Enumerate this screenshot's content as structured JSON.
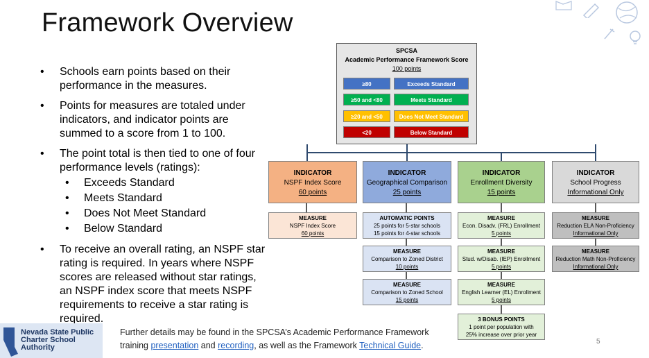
{
  "title": "Framework Overview",
  "bullets": {
    "b1": "Schools earn points based on their performance in the measures.",
    "b2": "Points for measures are totaled under indicators, and indicator points are summed to a score from 1 to 100.",
    "b3": "The point total is then tied to one of four performance levels (ratings):",
    "ratings": [
      "Exceeds Standard",
      "Meets Standard",
      "Does Not Meet Standard",
      "Below Standard"
    ],
    "b4": "To receive an overall rating, an NSPF star rating is required. In years where NSPF scores are released without star ratings, an NSPF index score that meets NSPF requirements to receive a star rating is required."
  },
  "score": {
    "org": "SPCSA",
    "name": "Academic Performance Framework Score",
    "points": "100 points",
    "levels": [
      {
        "range": "≥80",
        "label": "Exceeds Standard",
        "color": "#4472c4"
      },
      {
        "range": "≥50 and <80",
        "label": "Meets Standard",
        "color": "#00b050"
      },
      {
        "range": "≥20 and <50",
        "label": "Does Not Meet Standard",
        "color": "#ffc000"
      },
      {
        "range": "<20",
        "label": "Below Standard",
        "color": "#c00000"
      }
    ]
  },
  "indicators": [
    {
      "head": "INDICATOR",
      "name": "NSPF Index Score",
      "points": "60 points",
      "color": "#f4b183"
    },
    {
      "head": "INDICATOR",
      "name": "Geographical Comparison",
      "points": "25 points",
      "color": "#8faadc"
    },
    {
      "head": "INDICATOR",
      "name": "Enrollment Diversity",
      "points": "15 points",
      "color": "#a9d18e"
    },
    {
      "head": "INDICATOR",
      "name": "School Progress",
      "points": "Informational Only",
      "color": "#d9d9d9"
    }
  ],
  "measures": {
    "nspf": [
      {
        "head": "MEASURE",
        "name": "NSPF Index Score",
        "points": "60 points"
      }
    ],
    "geo_auto": {
      "head": "AUTOMATIC POINTS",
      "line1": "25 points for 5-star schools",
      "line2": "15 points for 4-star schools"
    },
    "geo": [
      {
        "head": "MEASURE",
        "name": "Comparison to Zoned District",
        "points": "10 points"
      },
      {
        "head": "MEASURE",
        "name": "Comparison to Zoned School",
        "points": "15 points"
      }
    ],
    "enroll": [
      {
        "head": "MEASURE",
        "name": "Econ. Disadv. (FRL) Enrollment",
        "points": "5 points"
      },
      {
        "head": "MEASURE",
        "name": "Stud. w/Disab. (IEP) Enrollment",
        "points": "5 points"
      },
      {
        "head": "MEASURE",
        "name": "English Learner (EL) Enrollment",
        "points": "5 points"
      }
    ],
    "bonus": {
      "head": "3 BONUS POINTS",
      "line1": "1 point per population with",
      "line2": "25% increase over prior year"
    },
    "progress": [
      {
        "head": "MEASURE",
        "name": "Reduction ELA Non-Proficiency",
        "points": "Informational Only"
      },
      {
        "head": "MEASURE",
        "name": "Reduction Math Non-Proficiency",
        "points": "Informational Only"
      }
    ]
  },
  "colors": {
    "measure_orange": "#fbe5d6",
    "measure_blue": "#dae3f3",
    "measure_green": "#e2f0d9",
    "measure_gray": "#bfbfbf"
  },
  "footer": {
    "line1": "Further details may be found in the SPCSA’s Academic Performance Framework",
    "pre": "training",
    "link1": "presentation",
    "and": "and",
    "link2": "recording",
    "mid": ", as well as the Framework",
    "link3": "Technical Guide",
    "end": "."
  },
  "logo": {
    "l1": "Nevada State Public",
    "l2": "Charter School",
    "l3": "Authority"
  },
  "page_number": "5"
}
